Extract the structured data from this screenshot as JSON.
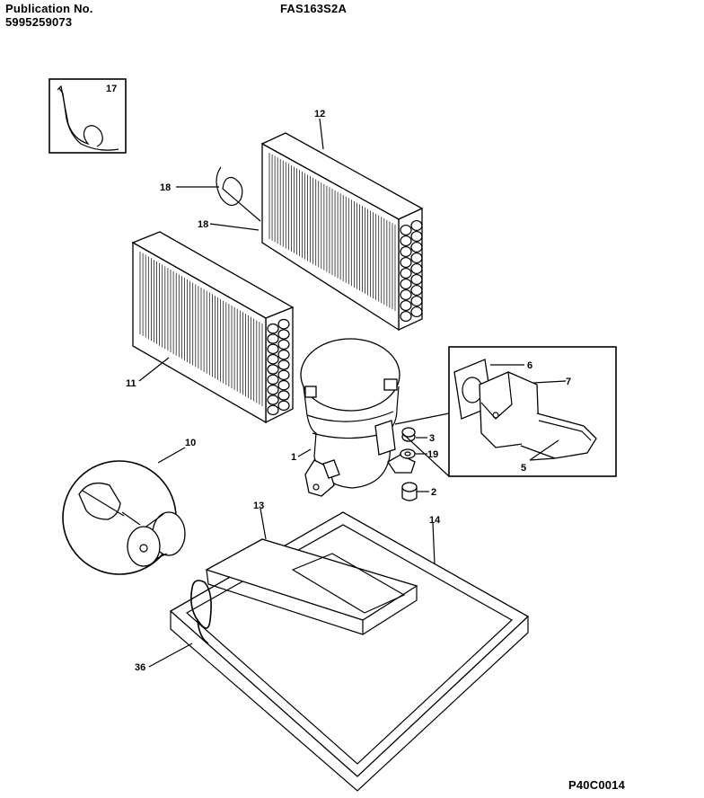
{
  "header": {
    "publication_label": "Publication No.",
    "publication_number": "5995259073",
    "model": "FAS163S2A"
  },
  "footer": {
    "code": "P40C0014"
  },
  "callouts": {
    "c17": "17",
    "c12": "12",
    "c18a": "18",
    "c18b": "18",
    "c11": "11",
    "c6": "6",
    "c7": "7",
    "c3": "3",
    "c19": "19",
    "c1": "1",
    "c2": "2",
    "c5": "5",
    "c10": "10",
    "c13": "13",
    "c14": "14",
    "c36": "36"
  }
}
